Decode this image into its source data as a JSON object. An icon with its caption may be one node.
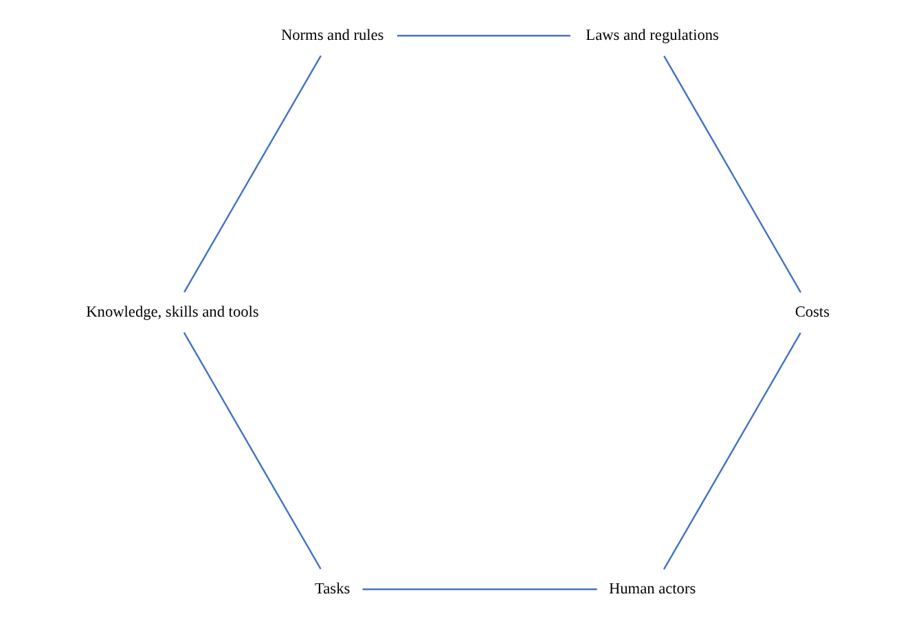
{
  "diagram": {
    "nodes": [
      {
        "text": [
          "Human actors"
        ]
      },
      {
        "text": [
          "Tasks"
        ]
      },
      {
        "text": [
          "Costs"
        ]
      },
      {
        "text": [
          "Knowledge, skills and tools"
        ]
      },
      {
        "text": [
          "Laws and regulations"
        ]
      },
      {
        "text": [
          "Norms and rules"
        ]
      }
    ],
    "edges": [
      {
        "from": 0,
        "to": 1,
        "arrow": "none"
      },
      {
        "from": 1,
        "to": 3,
        "arrow": "none"
      },
      {
        "from": 3,
        "to": 5,
        "arrow": "none"
      },
      {
        "from": 5,
        "to": 4,
        "arrow": "none"
      },
      {
        "from": 4,
        "to": 2,
        "arrow": "none"
      },
      {
        "from": 2,
        "to": 0,
        "arrow": "none"
      }
    ]
  }
}
